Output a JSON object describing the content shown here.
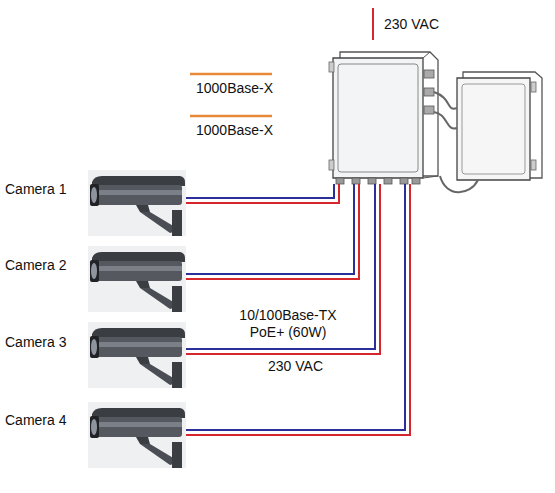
{
  "diagram": {
    "labels": [
      "230 VAC",
      "1000Base-X",
      "1000Base-X",
      "Camera 1",
      "Camera 2",
      "Camera 3",
      "Camera 4",
      "10/100Base-TX PoE+ (60W)",
      "230 VAC"
    ]
  }
}
